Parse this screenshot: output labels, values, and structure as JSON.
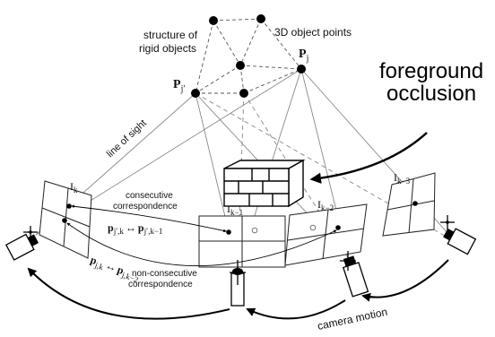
{
  "labels": {
    "structure": "structure of",
    "rigid": "rigid objects",
    "object_points": "3D object points",
    "foreground": "foreground",
    "occlusion": "occlusion",
    "line_of_sight": "line of sight",
    "consecutive": "consecutive",
    "correspondence": "correspondence",
    "non_consecutive": "non-consecutive",
    "non_correspondence": "correspondence",
    "camera_motion": "camera motion"
  },
  "points": {
    "pj_main": "P",
    "pj_main_sub": "j",
    "pj_prime_main": "P",
    "pj_prime_sub": "j′"
  },
  "frames": {
    "ik": "I",
    "ik_sub": "k",
    "ik1": "I",
    "ik1_sub": "k−1",
    "ik2": "I",
    "ik2_sub": "k−2",
    "ik3": "I",
    "ik3_sub": "k−3"
  },
  "equations": {
    "consec_a": "p",
    "consec_a_sub": "j′,k",
    "consec_arrow": "↔",
    "consec_b": "p",
    "consec_b_sub": "j′,k−1",
    "nonconsec_a": "p",
    "nonconsec_a_sub": "j,k",
    "nonconsec_arrow": "↔",
    "nonconsec_b": "p",
    "nonconsec_b_sub": "j,k−2"
  }
}
